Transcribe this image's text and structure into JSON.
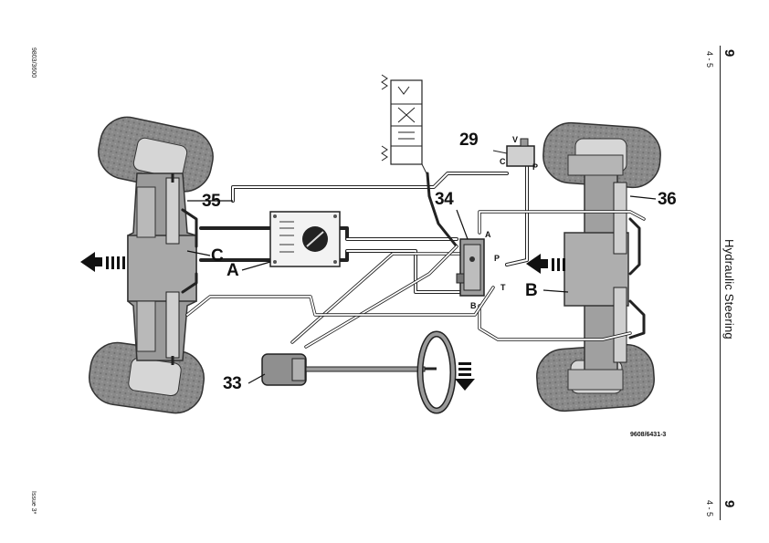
{
  "header": {
    "page_top": "9",
    "section_top": "4 - 5",
    "page_bottom": "9",
    "section_bottom": "4 - 5",
    "title": "Hydraulic Steering"
  },
  "margin": {
    "doc_number": "9803/3600",
    "issue": "Issue 3*"
  },
  "figure": {
    "reference": "9608/6431-3",
    "labels": {
      "l29": "29",
      "l34": "34",
      "l35": "35",
      "l36": "36",
      "l33": "33",
      "lA": "A",
      "lB": "B",
      "lC": "C",
      "pV": "V",
      "pC": "C",
      "pP": "P",
      "pA34": "A",
      "pP34": "P",
      "pT34": "T",
      "pB34": "B"
    }
  }
}
